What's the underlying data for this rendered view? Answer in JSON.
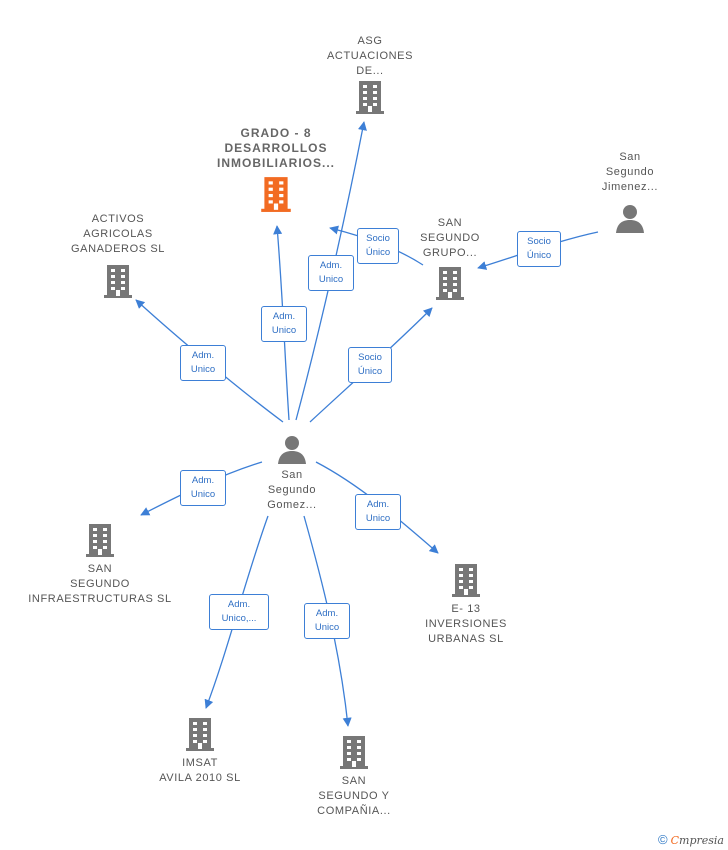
{
  "colors": {
    "edge": "#3d7fd6",
    "building": "#777777",
    "focus_building": "#f26b22",
    "person": "#777777"
  },
  "nodes": {
    "asg": "ASG\nACTUACIONES\nDE...",
    "grado": "GRADO - 8\nDESARROLLOS\nINMOBILIARIOS...",
    "jimenez": "San\nSegundo\nJimenez...",
    "activos": "ACTIVOS\nAGRICOLAS\nGANADEROS SL",
    "grupo": "SAN\nSEGUNDO\nGRUPO...",
    "gomez": "San\nSegundo\nGomez...",
    "infra": "SAN\nSEGUNDO\nINFRAESTRUCTURAS SL",
    "e13": "E- 13\nINVERSIONES\nURBANAS SL",
    "imsat": "IMSAT\nAVILA 2010 SL",
    "compania": "SAN\nSEGUNDO Y\nCOMPAÑIA..."
  },
  "badges": {
    "asg_adm": "Adm.\nUnico",
    "grupo_asg": "Socio\nÚnico",
    "jimenez_grupo": "Socio\nÚnico",
    "grado_adm": "Adm.\nUnico",
    "activos_adm": "Adm.\nUnico",
    "grupo_socio": "Socio\nÚnico",
    "infra_adm": "Adm.\nUnico",
    "e13_adm": "Adm.\nUnico",
    "imsat_adm": "Adm.\nUnico,...",
    "compania_adm": "Adm.\nUnico"
  },
  "footer": {
    "copyright": "©",
    "brand_first": "C",
    "brand_rest": "mpresia"
  }
}
